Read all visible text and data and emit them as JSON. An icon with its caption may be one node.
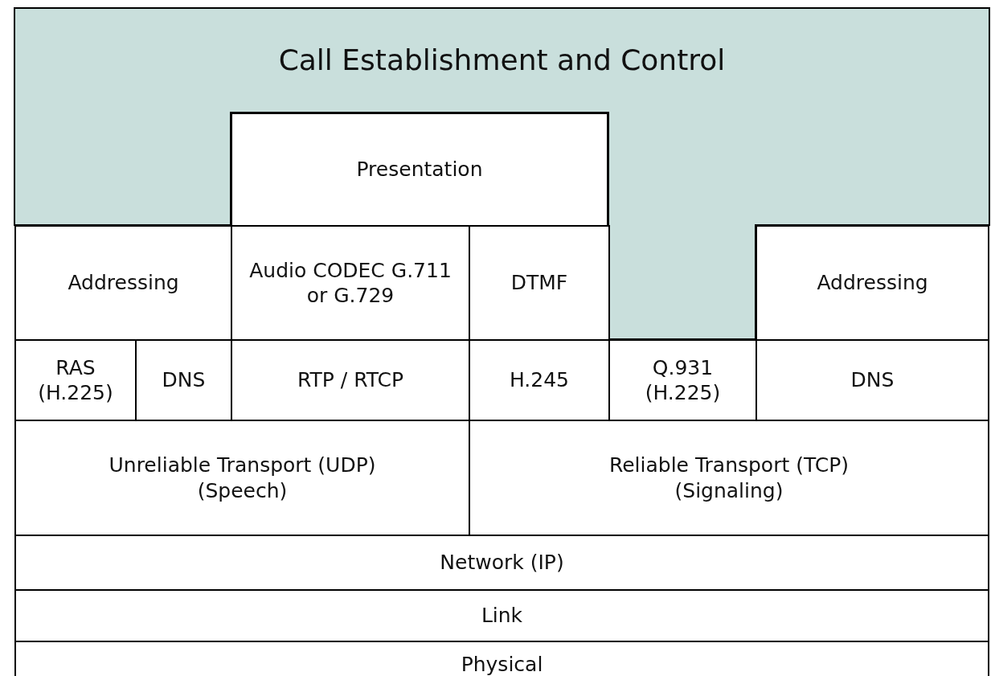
{
  "diagram": {
    "nodes": [
      {
        "text": [
          "Call Establishment and Control"
        ]
      },
      {
        "text": [
          "Presentation"
        ]
      },
      {
        "text": [
          "Addressing"
        ]
      },
      {
        "text": [
          "Audio CODEC G.711 or G.729"
        ]
      },
      {
        "text": [
          "DTMF"
        ]
      },
      {
        "text": [
          "Addressing"
        ]
      },
      {
        "text": [
          "RAS (H.225)"
        ]
      },
      {
        "text": [
          "DNS"
        ]
      },
      {
        "text": [
          "RTP / RTCP"
        ]
      },
      {
        "text": [
          "H.245"
        ]
      },
      {
        "text": [
          "Q.931 (H.225)"
        ]
      },
      {
        "text": [
          "DNS"
        ]
      },
      {
        "text": [
          "Unreliable Transport (UDP) (Speech)"
        ]
      },
      {
        "text": [
          "Reliable Transport (TCP) (Signaling)"
        ]
      },
      {
        "text": [
          "Network (IP)"
        ]
      },
      {
        "text": [
          "Link"
        ]
      },
      {
        "text": [
          "Physical"
        ]
      }
    ],
    "edges": []
  }
}
